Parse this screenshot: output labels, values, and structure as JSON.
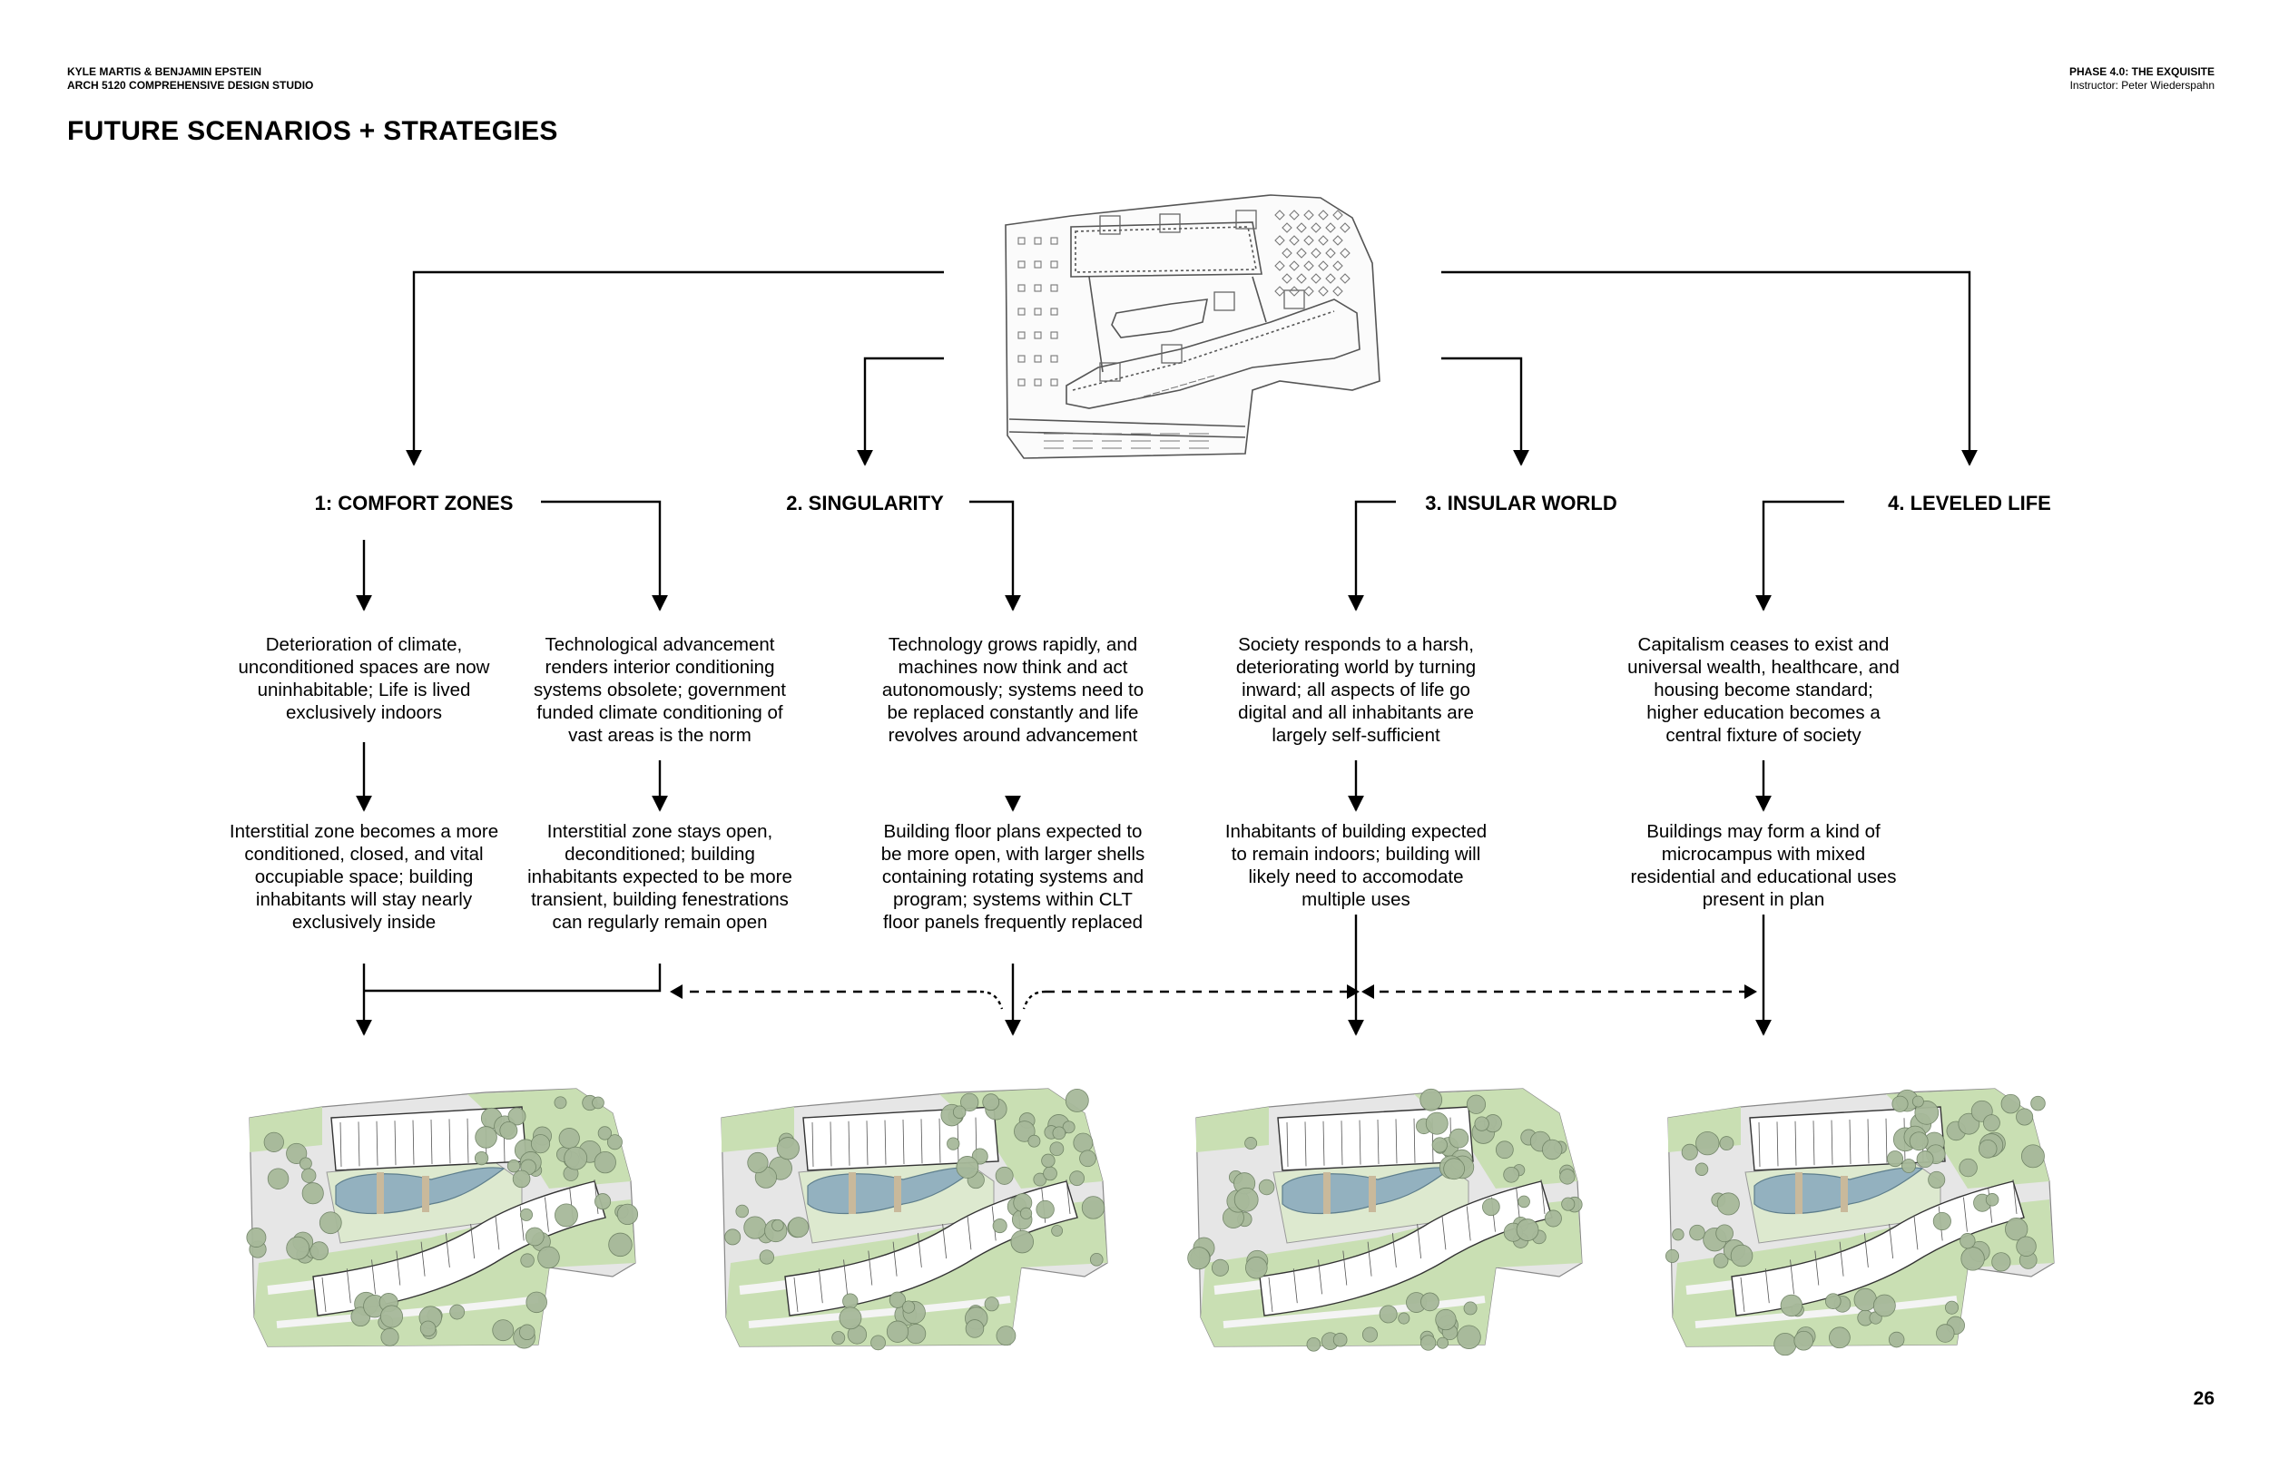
{
  "header": {
    "authors": "KYLE MARTIS & BENJAMIN EPSTEIN",
    "course": "ARCH 5120 COMPREHENSIVE DESIGN STUDIO",
    "phase": "PHASE 4.0: THE EXQUISITE",
    "instructor": "Instructor: Peter Wiederspahn"
  },
  "title": "FUTURE SCENARIOS + STRATEGIES",
  "page_number": "26",
  "scenarios": [
    {
      "title": "1: COMFORT ZONES"
    },
    {
      "title": "2. SINGULARITY"
    },
    {
      "title": "3. INSULAR WORLD"
    },
    {
      "title": "4. LEVELED LIFE"
    }
  ],
  "conditions": [
    "Deterioration of climate, unconditioned spaces are now uninhabitable; Life is lived exclusively indoors",
    "Technological advancement renders interior conditioning systems obsolete; government funded climate conditioning of vast areas is the norm",
    "Technology grows rapidly, and machines now think and act autonomously; systems need to be replaced constantly and life revolves around advancement",
    "Society responds to a harsh, deteriorating world by turning inward; all aspects of life go digital and all inhabitants are largely self-sufficient",
    "Capitalism ceases to exist and universal wealth, healthcare, and housing become standard; higher education becomes a central fixture of society"
  ],
  "strategies": [
    "Interstitial zone becomes a more conditioned, closed, and vital occupiable space; building inhabitants will stay nearly exclusively inside",
    "Interstitial zone stays open, deconditioned; building inhabitants expected to be more transient, building fenestrations can regularly remain open",
    "Building floor plans expected to be more open, with larger shells containing rotating systems and program; systems within CLT floor panels frequently replaced",
    "Inhabitants of building expected to remain indoors; building will likely need to accomodate multiple uses",
    "Buildings may form a kind of microcampus with mixed residential and educational uses present in plan"
  ],
  "colors": {
    "ink": "#000000",
    "landscape": "#c9dfb3",
    "tree": "#a7b99a",
    "water": "#93b1bf",
    "paving": "#e6e6e6",
    "building": "#ffffff"
  }
}
